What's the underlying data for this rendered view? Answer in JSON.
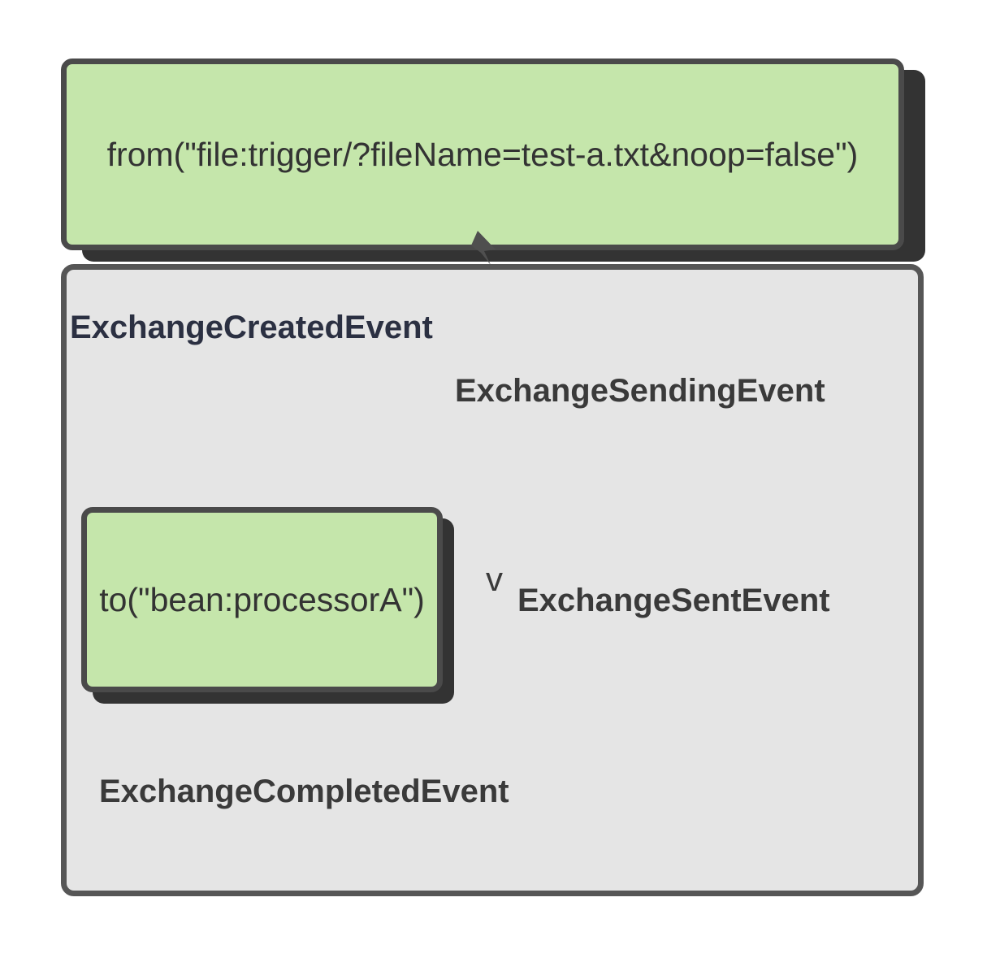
{
  "diagram": {
    "from_box": {
      "label": "from(\"file:trigger/?fileName=test-a.txt&noop=false\")"
    },
    "to_box": {
      "label": "to(\"bean:processorA\")"
    },
    "event_container": {
      "created_label": "ExchangeCreatedEvent",
      "sending_label": "ExchangeSendingEvent",
      "sent_label": "ExchangeSentEvent",
      "completed_label": "ExchangeCompletedEvent",
      "chevron_glyph": "v"
    },
    "icons": {
      "arrowhead": "arrowhead-up-left"
    },
    "colors": {
      "node_fill": "#c5e6ab",
      "node_border": "#4a4a4a",
      "container_fill": "#e5e5e5",
      "container_border": "#565656",
      "shadow": "#333333",
      "code_text": "#333333",
      "label_text": "#3a3a3a",
      "created_text": "#2b3042",
      "arrow": "#4f4f4f",
      "page_bg": "#ffffff"
    }
  }
}
